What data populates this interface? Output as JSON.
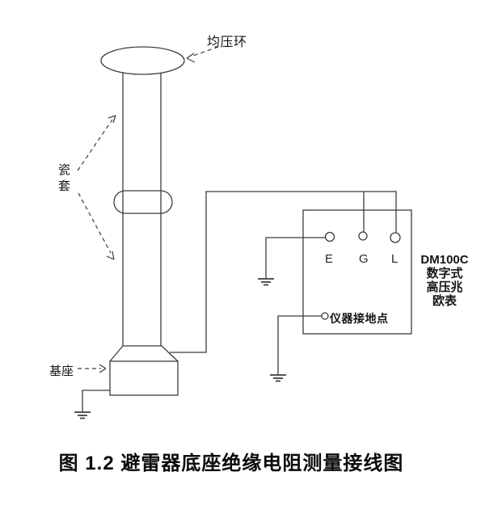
{
  "figure": {
    "caption": "图 1.2  避雷器底座绝缘电阻测量接线图"
  },
  "labels": {
    "grading_ring": "均压环",
    "porcelain_sleeve": "瓷\n套",
    "base": "基座",
    "instrument_ground_point": "仪器接地点"
  },
  "meter": {
    "terminals": [
      "E",
      "G",
      "L"
    ],
    "name_lines": "DM100C\n数字式\n高压兆\n欧表"
  },
  "icons": [
    "earth-ground-icon",
    "terminal-circle-icon",
    "dashed-arrow-icon"
  ],
  "colors": {
    "line": "#3c3c3c",
    "text": "#141414",
    "background": "#ffffff"
  }
}
